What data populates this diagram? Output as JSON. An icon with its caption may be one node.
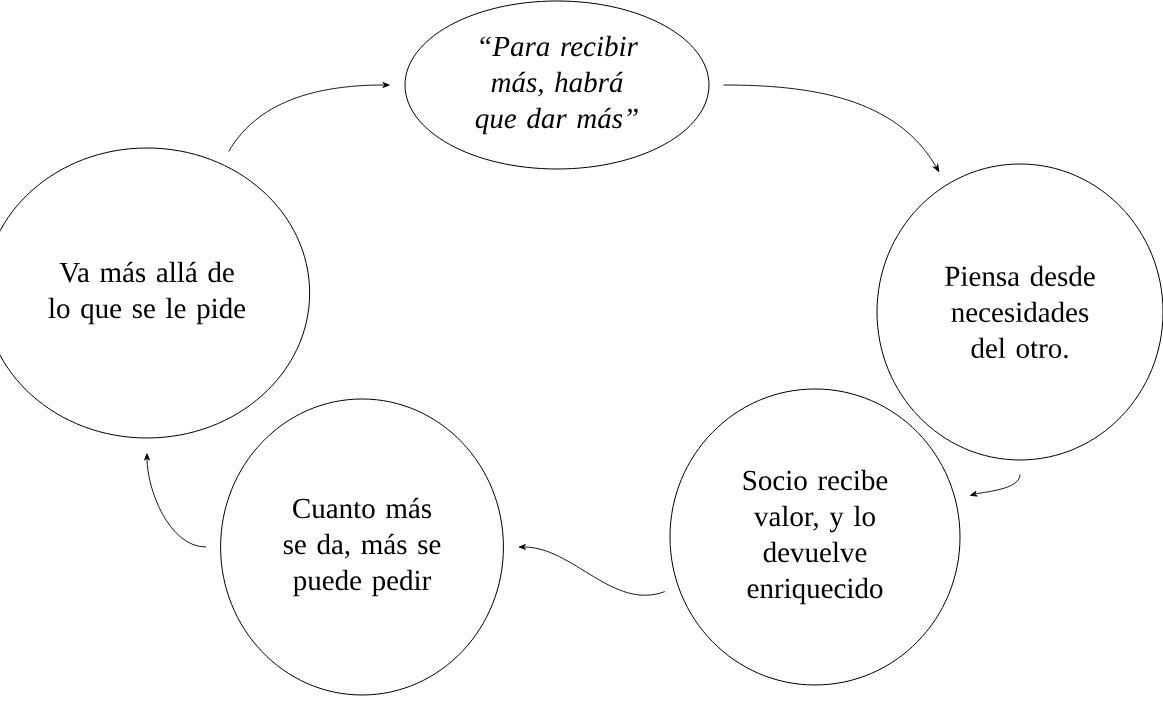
{
  "diagram": {
    "nodes": [
      {
        "text": [
          "“Para recibir más, habrá que dar más”"
        ]
      },
      {
        "text": [
          "Piensa desde necesidades del otro."
        ]
      },
      {
        "text": [
          "Socio recibe valor, y lo devuelve enriquecido"
        ]
      },
      {
        "text": [
          "Cuanto más se da, más se puede pedir"
        ]
      },
      {
        "text": [
          "Va más allá de lo que se le pide"
        ]
      }
    ],
    "edges": [
      {
        "from": 4,
        "to": 0,
        "arrow": "to"
      },
      {
        "from": 0,
        "to": 1,
        "arrow": "to"
      },
      {
        "from": 1,
        "to": 2,
        "arrow": "to"
      },
      {
        "from": 2,
        "to": 3,
        "arrow": "to"
      },
      {
        "from": 3,
        "to": 4,
        "arrow": "to"
      }
    ]
  }
}
